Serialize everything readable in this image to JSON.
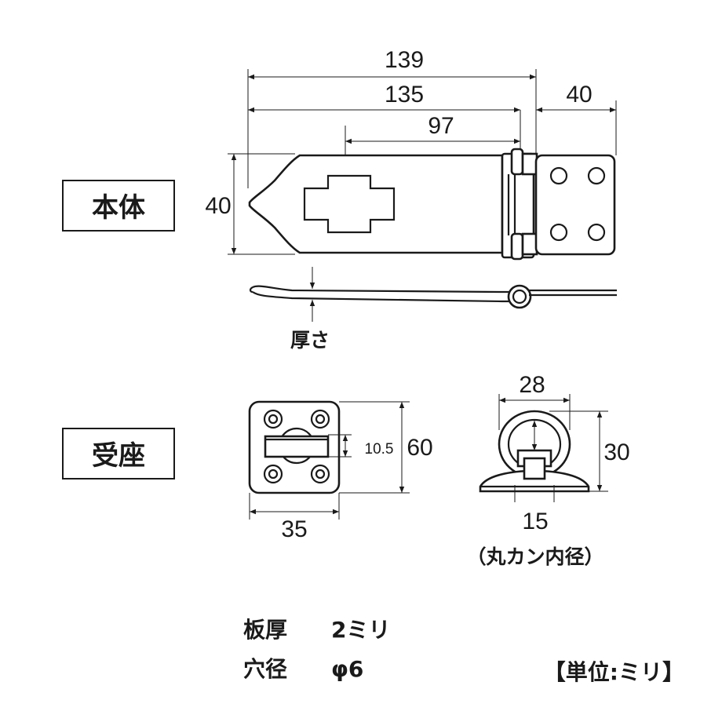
{
  "labels": {
    "main_body": "本体",
    "receiver": "受座",
    "thickness": "厚さ",
    "ring_inner_diameter": "（丸カン内径）"
  },
  "dimensions": {
    "total_length": "139",
    "body_length": "135",
    "hinge_width": "40",
    "slot_offset": "97",
    "body_height": "40",
    "receiver_slot": "10.5",
    "receiver_height": "60",
    "receiver_width": "35",
    "ring_width": "28",
    "ring_height": "30",
    "ring_inner": "15"
  },
  "notes": {
    "plate_thickness_label": "板厚",
    "plate_thickness_value": "2ミリ",
    "hole_diameter_label": "穴径",
    "hole_diameter_value": "φ6",
    "unit": "【単位:ミリ】"
  }
}
